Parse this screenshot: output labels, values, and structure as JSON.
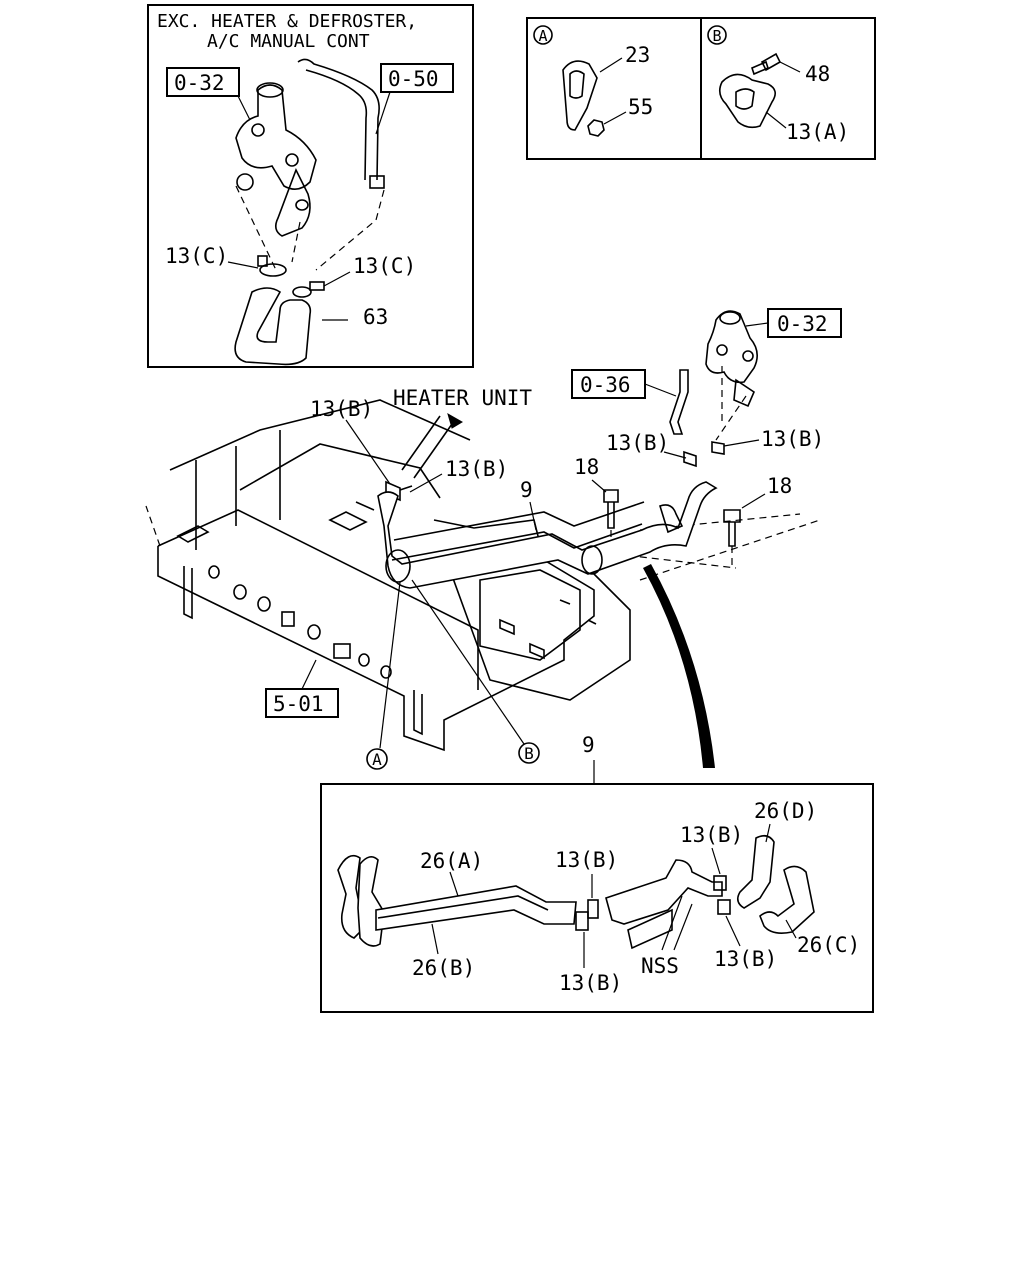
{
  "inset_top_left": {
    "header_line1": "EXC. HEATER & DEFROSTER,",
    "header_line2": "A/C MANUAL CONT",
    "ref_a": "0-32",
    "ref_b": "0-50",
    "clamp_left": "13(C)",
    "clamp_right": "13(C)",
    "hose": "63"
  },
  "inset_top_right": {
    "section_a_marker": "A",
    "section_b_marker": "B",
    "part_23": "23",
    "part_55": "55",
    "part_48": "48",
    "part_13a": "13(A)"
  },
  "main": {
    "heater_unit": "HEATER UNIT",
    "clamp_1": "13(B)",
    "clamp_2": "13(B)",
    "clamp_3": "13(B)",
    "clamp_4": "13(B)",
    "bolt_left": "18",
    "bolt_right": "18",
    "pipe": "9",
    "ref_engine": "0-32",
    "ref_036": "0-36",
    "ref_frame": "5-01",
    "callout_a": "A",
    "callout_b": "B"
  },
  "inset_bottom": {
    "pipe": "9",
    "hose_26a": "26(A)",
    "hose_26b": "26(B)",
    "hose_26c": "26(C)",
    "hose_26d": "26(D)",
    "clamp_top_mid": "13(B)",
    "clamp_bottom_mid": "13(B)",
    "clamp_top_right": "13(B)",
    "clamp_bottom_right": "13(B)",
    "nss": "NSS"
  }
}
